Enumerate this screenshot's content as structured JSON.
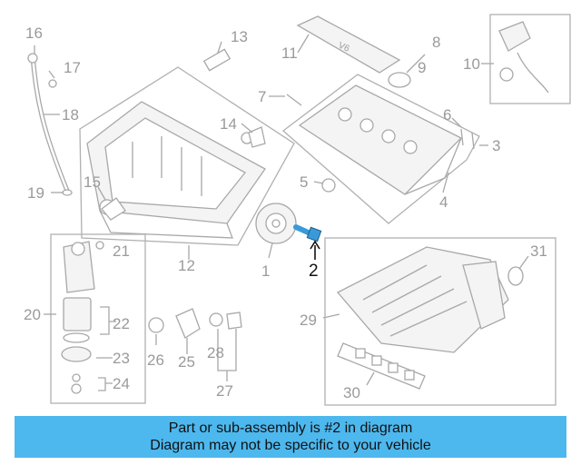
{
  "callouts": [
    "1",
    "2",
    "3",
    "4",
    "5",
    "6",
    "7",
    "8",
    "9",
    "10",
    "11",
    "12",
    "13",
    "14",
    "15",
    "16",
    "17",
    "18",
    "19",
    "20",
    "21",
    "22",
    "23",
    "24",
    "25",
    "26",
    "27",
    "28",
    "29",
    "30",
    "31"
  ],
  "highlighted_part": "2",
  "banner": {
    "line1": "Part or sub-assembly is #2 in diagram",
    "line2": "Diagram may not be specific to your vehicle"
  },
  "colors": {
    "banner": "#4db8ee",
    "highlight_part": "#3a9ad9",
    "line_art": "#a8a8a8"
  }
}
